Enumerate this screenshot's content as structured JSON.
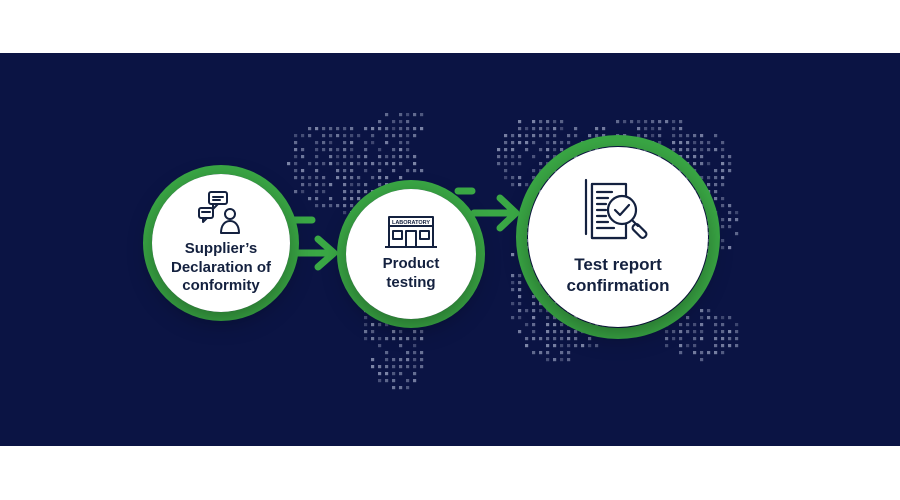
{
  "colors": {
    "background": "#0b1444",
    "accent": "#3aa845",
    "text": "#14213f",
    "map_dots": "#9aa2c0"
  },
  "steps": [
    {
      "label": "Supplier’s\nDeclaration of\nconformity",
      "icon": "chat-person-icon"
    },
    {
      "label": "Product\ntesting",
      "icon": "laboratory-building-icon",
      "sign_text": "LABORATORY"
    },
    {
      "label": "Test report\nconfirmation",
      "icon": "document-magnifier-check-icon"
    }
  ]
}
